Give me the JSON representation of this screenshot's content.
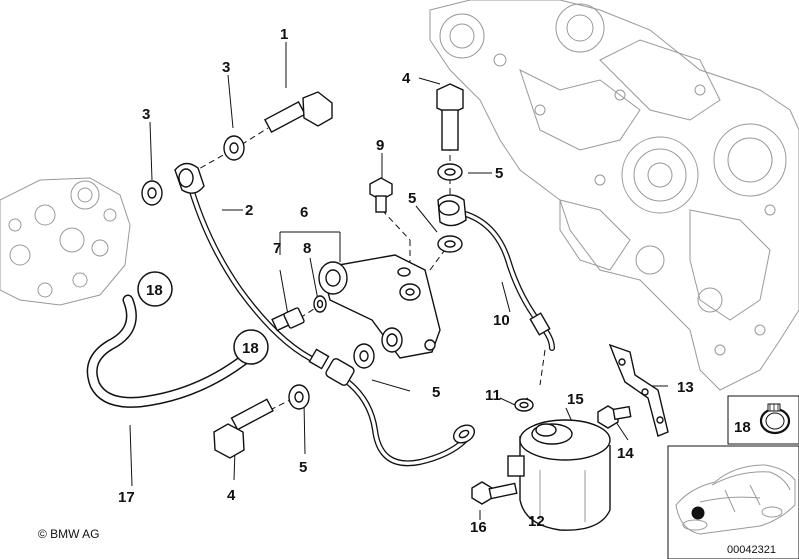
{
  "callouts": [
    "1",
    "2",
    "3",
    "3",
    "4",
    "4",
    "5",
    "5",
    "5",
    "5",
    "6",
    "7",
    "8",
    "9",
    "10",
    "11",
    "12",
    "13",
    "14",
    "15",
    "16",
    "17",
    "18",
    "18",
    "18"
  ],
  "copyright": "© BMW AG",
  "doc_id": "00042321"
}
